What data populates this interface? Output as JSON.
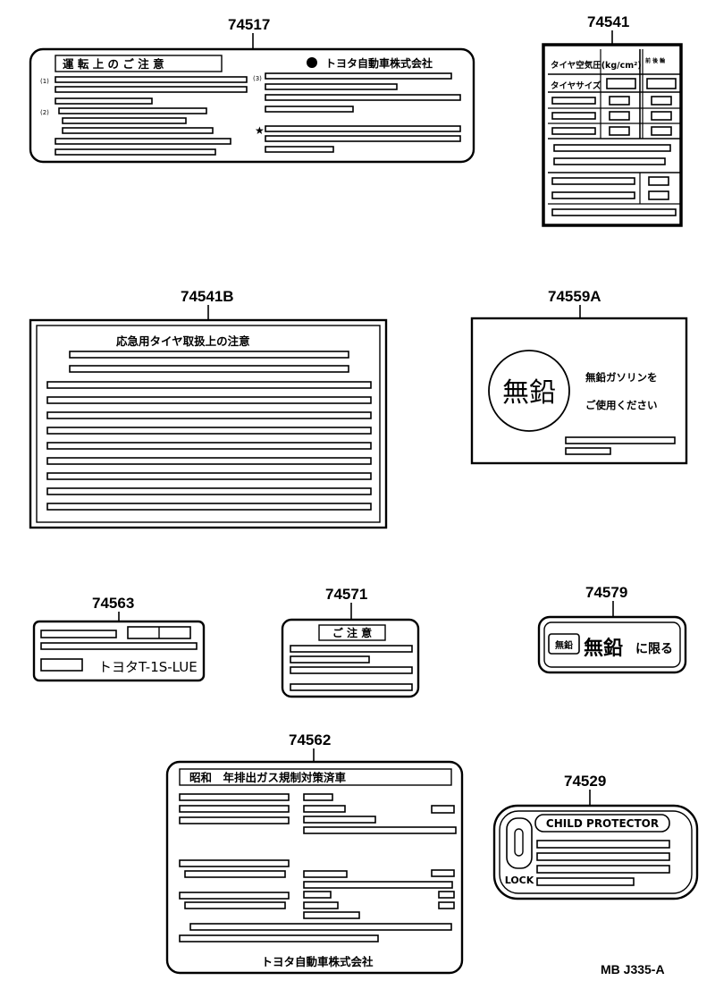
{
  "labels": {
    "l74517": {
      "part_number": "74517",
      "title": "運 転 上 の ご 注 意",
      "maker": "トヨタ自動車株式会社",
      "marks": [
        "(1)",
        "(2)",
        "(3)",
        "★"
      ]
    },
    "l74541": {
      "part_number": "74541",
      "row1": "タイヤ空気圧(kg/cm²)",
      "row2": "タイヤサイズ",
      "header_cell": "前 後 輪"
    },
    "l74541B": {
      "part_number": "74541B",
      "title": "応急用タイヤ取扱上の注意"
    },
    "l74559A": {
      "part_number": "74559A",
      "circle_text": "無鉛",
      "line1": "無鉛ガソリンを",
      "line2": "ご使用ください"
    },
    "l74563": {
      "part_number": "74563",
      "code": "トヨタT-1S-LUE"
    },
    "l74571": {
      "part_number": "74571",
      "title": "ご 注 意"
    },
    "l74579": {
      "part_number": "74579",
      "badge": "無鉛",
      "main": "無鉛",
      "suffix": "に限る"
    },
    "l74562": {
      "part_number": "74562",
      "title": "昭和　年排出ガス規制対策済車",
      "maker": "トヨタ自動車株式会社"
    },
    "l74529": {
      "part_number": "74529",
      "title": "CHILD PROTECTOR",
      "lock": "LOCK"
    }
  },
  "sheet_code": "MB J335-A"
}
